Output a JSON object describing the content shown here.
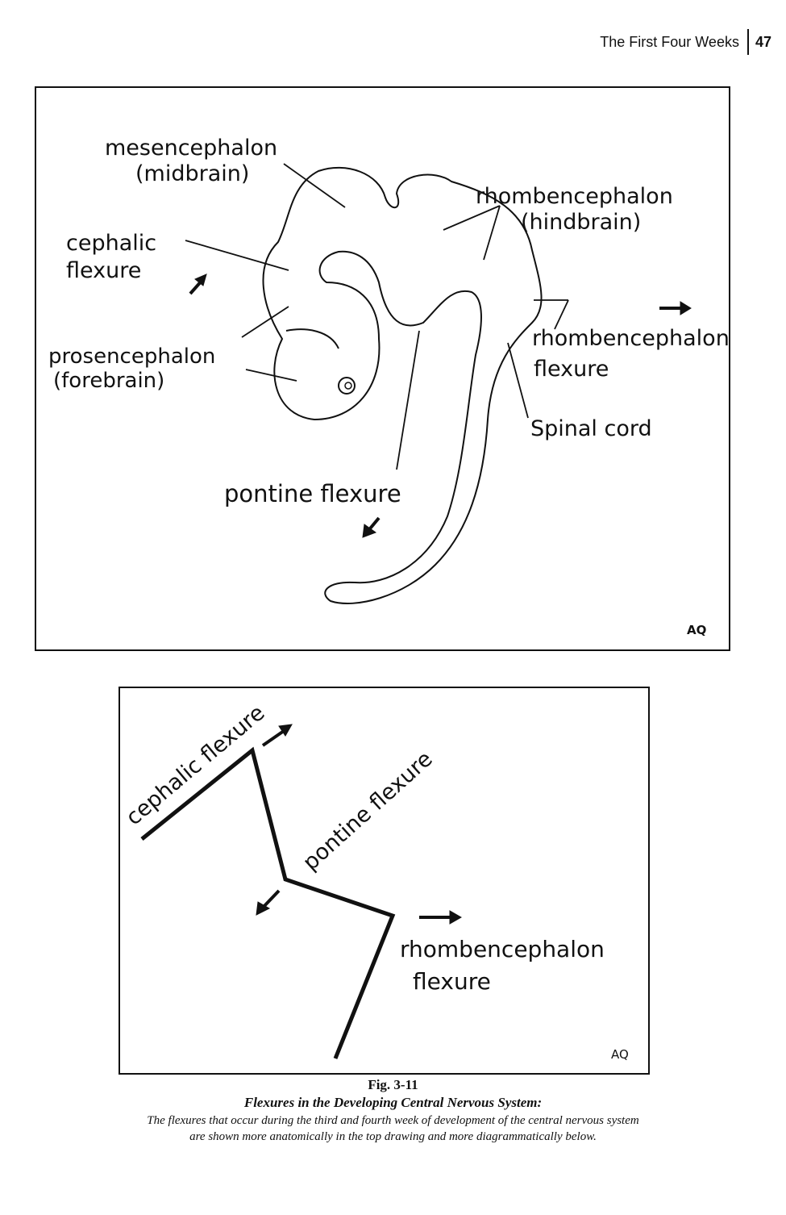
{
  "header": {
    "title": "The First Four Weeks",
    "page_number": "47"
  },
  "top_figure": {
    "labels": {
      "mesencephalon": "mesencephalon",
      "midbrain": "(midbrain)",
      "rhombencephalon": "rhombencephalon",
      "hindbrain": "(hindbrain)",
      "cephalic_1": "cephalic",
      "cephalic_2": "flexure",
      "prosencephalon": "prosencephalon",
      "forebrain": "(forebrain)",
      "rhomb_flex_1": "rhombencephalon",
      "rhomb_flex_2": "flexure",
      "spinal_cord": "Spinal cord",
      "pontine": "pontine flexure"
    },
    "signature": "AQ"
  },
  "bottom_figure": {
    "labels": {
      "cephalic": "cephalic flexure",
      "pontine": "pontine flexure",
      "rhomb_1": "rhombencephalon",
      "rhomb_2": "flexure"
    },
    "signature": "AQ"
  },
  "caption": {
    "fig": "Fig. 3-11",
    "title": "Flexures in the Developing Central Nervous System:",
    "body": "The flexures that occur during the third and fourth week of development of the central nervous system are shown more anatomically in the top drawing and more diagrammatically below."
  }
}
